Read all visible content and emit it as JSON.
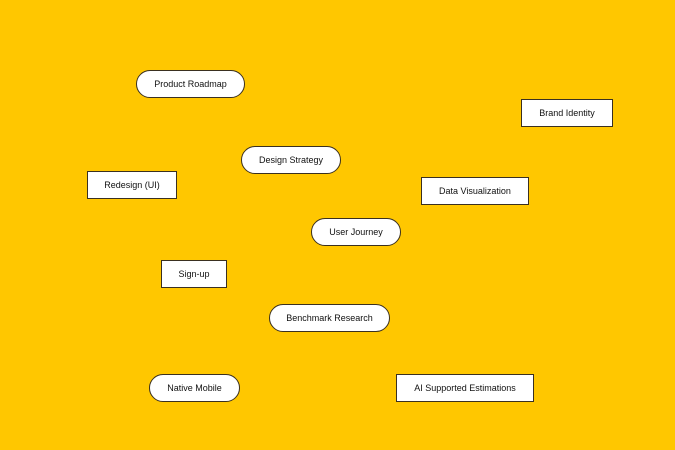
{
  "nodes": [
    {
      "label": "Product Roadmap",
      "shape": "pill"
    },
    {
      "label": "Brand Identity",
      "shape": "rect"
    },
    {
      "label": "Design Strategy",
      "shape": "pill"
    },
    {
      "label": "Redesign (UI)",
      "shape": "rect"
    },
    {
      "label": "Data Visualization",
      "shape": "rect"
    },
    {
      "label": "User Journey",
      "shape": "pill"
    },
    {
      "label": "Sign-up",
      "shape": "rect"
    },
    {
      "label": "Benchmark Research",
      "shape": "pill"
    },
    {
      "label": "Native Mobile",
      "shape": "pill"
    },
    {
      "label": "AI Supported Estimations",
      "shape": "rect"
    }
  ],
  "colors": {
    "background": "#FFC700",
    "node_fill": "#FFFFFF",
    "border": "#3A3020"
  }
}
